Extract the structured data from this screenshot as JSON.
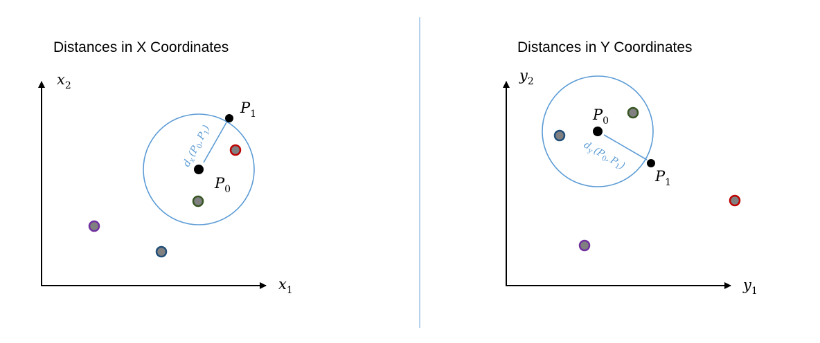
{
  "divider_color": "#9dc3e6",
  "circle_color": "#5b9bd5",
  "panels": {
    "x": {
      "title": "Distances in X Coordinates",
      "axis_y_label": {
        "var": "x",
        "sub": "2"
      },
      "axis_x_label": {
        "var": "x",
        "sub": "1"
      },
      "query_point": {
        "var": "P",
        "sub": "0"
      },
      "neighbor_point": {
        "var": "P",
        "sub": "1"
      },
      "distance_label": {
        "fn": "d",
        "fn_sub": "x",
        "open": "(",
        "a": "P",
        "a_sub": "0",
        "comma": ",",
        "b": "P",
        "b_sub": "1",
        "close": ")"
      },
      "points": [
        {
          "name": "point-red",
          "ring": "#c00000",
          "fill": "#808080"
        },
        {
          "name": "point-green",
          "ring": "#375623",
          "fill": "#808080"
        },
        {
          "name": "point-purple",
          "ring": "#7030a0",
          "fill": "#808080"
        },
        {
          "name": "point-blue",
          "ring": "#1f4e79",
          "fill": "#808080"
        }
      ]
    },
    "y": {
      "title": "Distances in Y Coordinates",
      "axis_y_label": {
        "var": "y",
        "sub": "2"
      },
      "axis_x_label": {
        "var": "y",
        "sub": "1"
      },
      "query_point": {
        "var": "P",
        "sub": "0"
      },
      "neighbor_point": {
        "var": "P",
        "sub": "1"
      },
      "distance_label": {
        "fn": "d",
        "fn_sub": "y",
        "open": "(",
        "a": "P",
        "a_sub": "0",
        "comma": ",",
        "b": "P",
        "b_sub": "1",
        "close": ")"
      },
      "points": [
        {
          "name": "point-blue",
          "ring": "#1f4e79",
          "fill": "#808080"
        },
        {
          "name": "point-green",
          "ring": "#375623",
          "fill": "#808080"
        },
        {
          "name": "point-red",
          "ring": "#c00000",
          "fill": "#808080"
        },
        {
          "name": "point-purple",
          "ring": "#7030a0",
          "fill": "#808080"
        }
      ]
    }
  }
}
